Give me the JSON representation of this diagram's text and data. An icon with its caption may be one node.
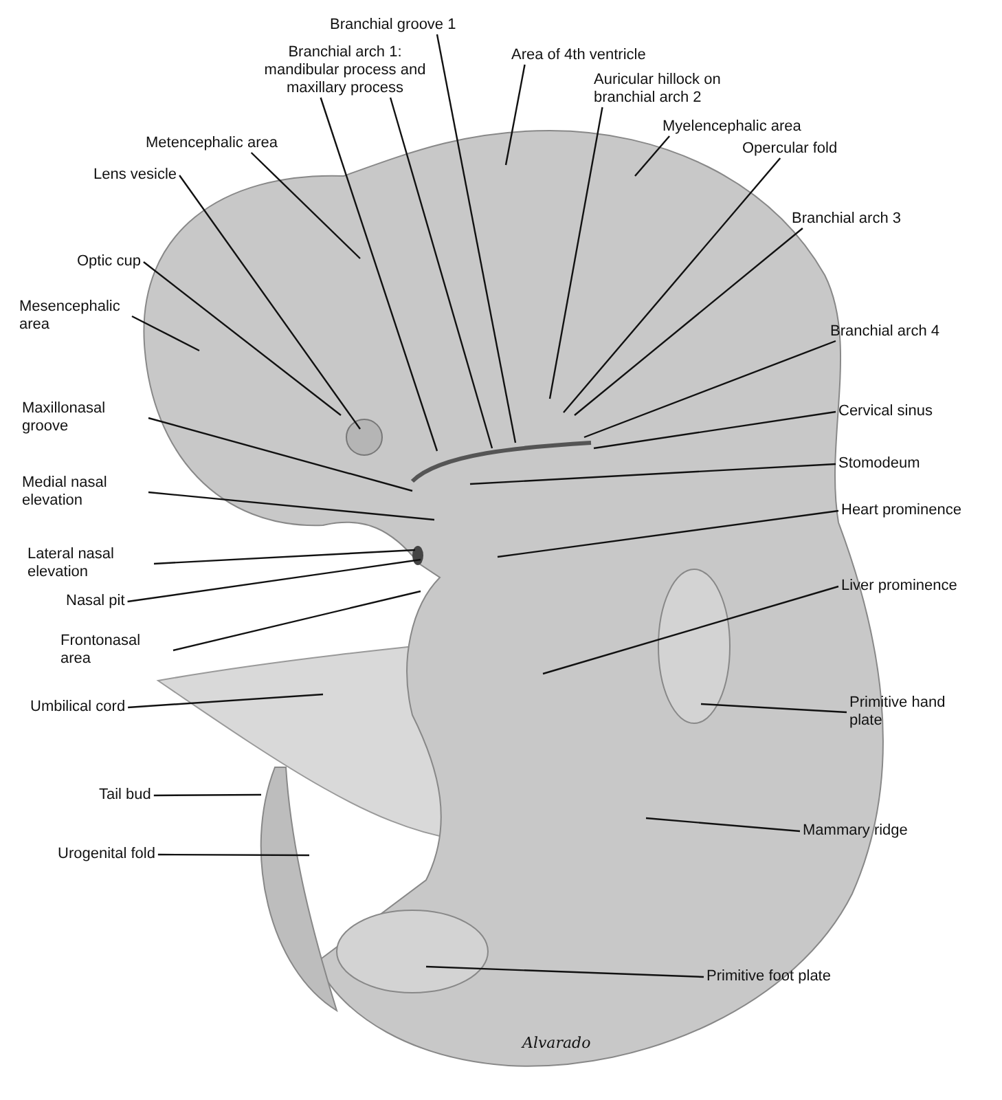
{
  "diagram": {
    "nodes": [
      {
        "text": [
          "Branchial groove 1"
        ]
      },
      {
        "text": [
          "Branchial arch 1: mandibular process and maxillary process"
        ]
      },
      {
        "text": [
          "Area of 4th ventricle"
        ]
      },
      {
        "text": [
          "Auricular hillock on branchial arch 2"
        ]
      },
      {
        "text": [
          "Myelencephalic area"
        ]
      },
      {
        "text": [
          "Opercular fold"
        ]
      },
      {
        "text": [
          "Metencephalic area"
        ]
      },
      {
        "text": [
          "Lens vesicle"
        ]
      },
      {
        "text": [
          "Branchial arch 3"
        ]
      },
      {
        "text": [
          "Optic cup"
        ]
      },
      {
        "text": [
          "Mesencephalic area"
        ]
      },
      {
        "text": [
          "Branchial arch 4"
        ]
      },
      {
        "text": [
          "Maxillonasal groove"
        ]
      },
      {
        "text": [
          "Cervical sinus"
        ]
      },
      {
        "text": [
          "Medial nasal elevation"
        ]
      },
      {
        "text": [
          "Stomodeum"
        ]
      },
      {
        "text": [
          "Heart prominence"
        ]
      },
      {
        "text": [
          "Lateral nasal elevation"
        ]
      },
      {
        "text": [
          "Nasal pit"
        ]
      },
      {
        "text": [
          "Frontonasal area"
        ]
      },
      {
        "text": [
          "Liver prominence"
        ]
      },
      {
        "text": [
          "Umbilical cord"
        ]
      },
      {
        "text": [
          "Primitive hand plate"
        ]
      },
      {
        "text": [
          "Tail bud"
        ]
      },
      {
        "text": [
          "Mammary ridge"
        ]
      },
      {
        "text": [
          "Urogenital fold"
        ]
      },
      {
        "text": [
          "Primitive foot plate"
        ]
      }
    ],
    "edges": [
      {
        "from": 0,
        "to": null,
        "arrow": "none"
      },
      {
        "from": 1,
        "to": null,
        "arrow": "none"
      },
      {
        "from": 1,
        "to": null,
        "arrow": "none"
      },
      {
        "from": 2,
        "to": null,
        "arrow": "none"
      },
      {
        "from": 3,
        "to": null,
        "arrow": "none"
      },
      {
        "from": 4,
        "to": null,
        "arrow": "none"
      },
      {
        "from": 5,
        "to": null,
        "arrow": "none"
      },
      {
        "from": 6,
        "to": null,
        "arrow": "none"
      },
      {
        "from": 7,
        "to": null,
        "arrow": "none"
      },
      {
        "from": 8,
        "to": null,
        "arrow": "none"
      },
      {
        "from": 9,
        "to": null,
        "arrow": "none"
      },
      {
        "from": 10,
        "to": null,
        "arrow": "none"
      },
      {
        "from": 11,
        "to": null,
        "arrow": "none"
      },
      {
        "from": 12,
        "to": null,
        "arrow": "none"
      },
      {
        "from": 13,
        "to": null,
        "arrow": "none"
      },
      {
        "from": 14,
        "to": null,
        "arrow": "none"
      },
      {
        "from": 15,
        "to": null,
        "arrow": "none"
      },
      {
        "from": 16,
        "to": null,
        "arrow": "none"
      },
      {
        "from": 17,
        "to": null,
        "arrow": "none"
      },
      {
        "from": 18,
        "to": null,
        "arrow": "none"
      },
      {
        "from": 19,
        "to": null,
        "arrow": "none"
      },
      {
        "from": 20,
        "to": null,
        "arrow": "none"
      },
      {
        "from": 21,
        "to": null,
        "arrow": "none"
      },
      {
        "from": 22,
        "to": null,
        "arrow": "none"
      },
      {
        "from": 23,
        "to": null,
        "arrow": "none"
      },
      {
        "from": 24,
        "to": null,
        "arrow": "none"
      },
      {
        "from": 25,
        "to": null,
        "arrow": "none"
      },
      {
        "from": 26,
        "to": null,
        "arrow": "none"
      }
    ],
    "labels": [
      "Alvarado"
    ]
  }
}
